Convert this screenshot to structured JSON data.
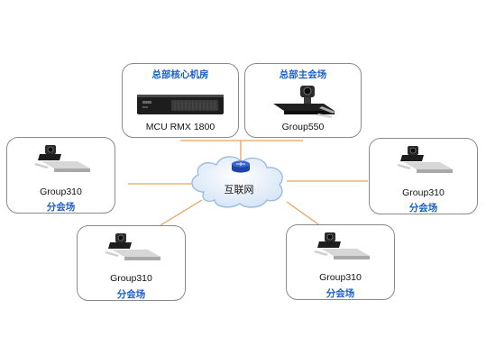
{
  "center": {
    "label": "互联网"
  },
  "nodes": {
    "hq_core": {
      "title": "总部核心机房",
      "device": "MCU RMX 1800"
    },
    "hq_main": {
      "title": "总部主会场",
      "device": "Group550"
    },
    "branch_left": {
      "device": "Group310",
      "site": "分会场"
    },
    "branch_right": {
      "device": "Group310",
      "site": "分会场"
    },
    "branch_bottom_left": {
      "device": "Group310",
      "site": "分会场"
    },
    "branch_bottom_right": {
      "device": "Group310",
      "site": "分会场"
    }
  },
  "colors": {
    "link_line": "#e8a25c",
    "cloud_fill": "#dce9f6",
    "cloud_stroke": "#9dbbe0",
    "router": "#2a55c8",
    "title_text": "#1a5fc8",
    "box_border": "#8a8a8a"
  },
  "icons": [
    "internet-cloud-icon",
    "router-icon",
    "mcu-server-icon",
    "codec-camera-icon"
  ]
}
